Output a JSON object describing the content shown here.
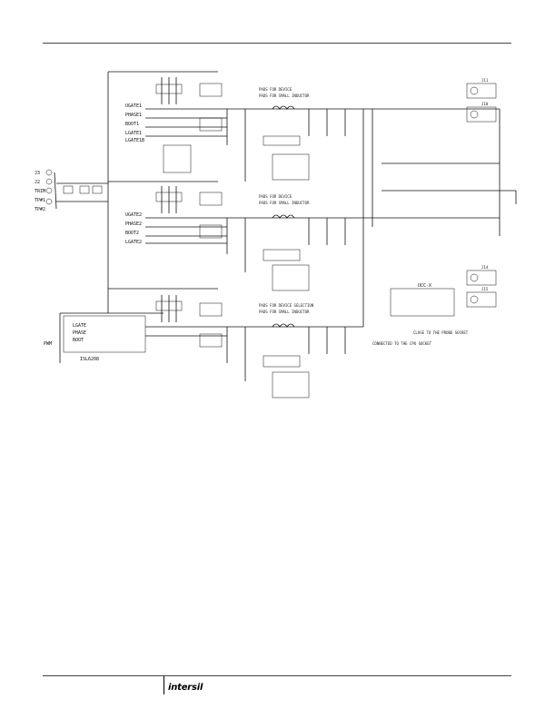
{
  "logo": {
    "text": "intersil"
  },
  "block_left_ports": [
    "J3",
    "J2",
    "TRIM",
    "TP#1",
    "TP#2"
  ],
  "channel1": {
    "ugate": "UGATE1",
    "phase": "PHASE1",
    "boot": "BOOT1",
    "lgate": "LGATE1",
    "lgate_b": "LGATE1B",
    "note1": "PADS FOR DEVICE",
    "note2": "PADS FOR SMALL INDUCTOR"
  },
  "channel2": {
    "ugate": "UGATE2",
    "phase": "PHASE2",
    "boot": "BOOT2",
    "lgate": "LGATE2",
    "note1": "PADS FOR DEVICE",
    "note2": "PADS FOR SMALL INDUCTOR"
  },
  "channel3": {
    "note1": "PADS FOR DEVICE SELECTION",
    "note2": "PADS FOR SMALL INDUCTOR",
    "pwm": "PWM",
    "chip": "ISL6208",
    "lgate": "LGATE",
    "phase": "PHASE",
    "boot": "BOOT"
  },
  "right_side": {
    "ic": "UCC-X",
    "note1": "CLOSE TO THE PROBE SOCKET",
    "note2": "CONNECTED TO THE CPU SOCKET",
    "jumpers": [
      "J11",
      "J10",
      "J14",
      "J15"
    ]
  }
}
